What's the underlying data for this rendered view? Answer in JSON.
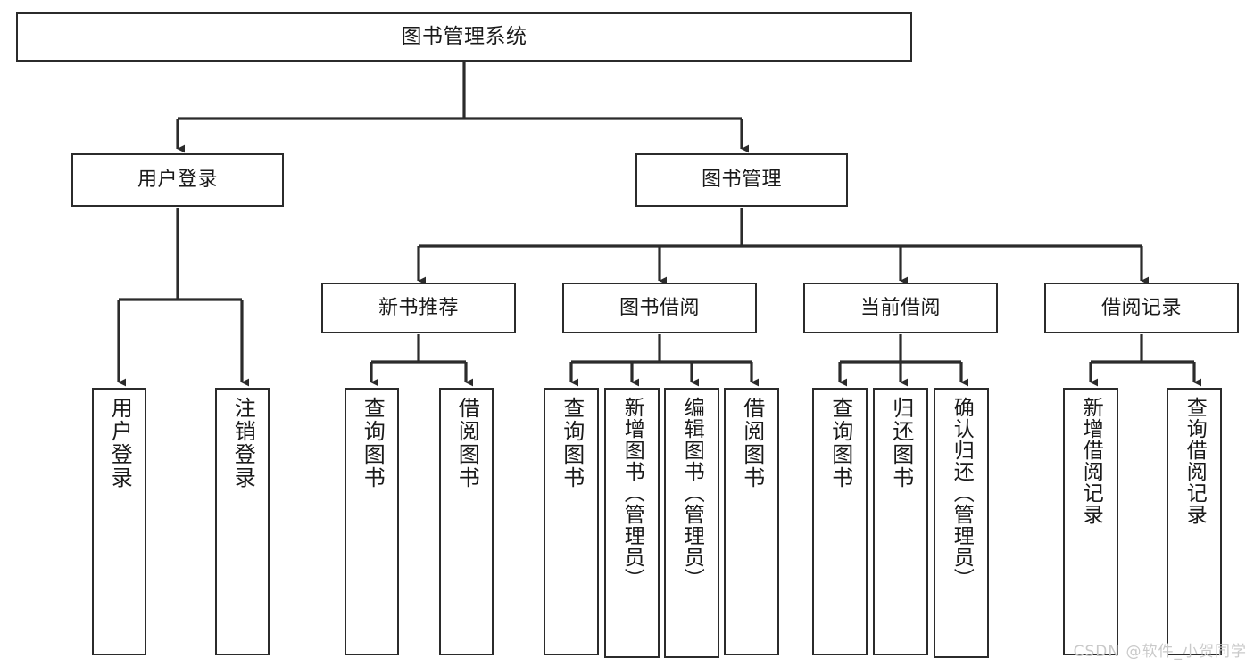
{
  "diagram": {
    "title": "图书管理系统",
    "type": "tree-hierarchy",
    "watermark": "CSDN @软件_小贺同学",
    "colors": {
      "background": "#ffffff",
      "box_border": "#2b2b2b",
      "connector": "#2b2b2b",
      "text": "#1a1a1a",
      "watermark": "#c9c9c9"
    },
    "levels": {
      "root": {
        "label": "图书管理系统"
      },
      "level2": [
        {
          "label": "用户登录"
        },
        {
          "label": "图书管理"
        }
      ],
      "level3": [
        {
          "label": "新书推荐"
        },
        {
          "label": "图书借阅"
        },
        {
          "label": "当前借阅"
        },
        {
          "label": "借阅记录"
        }
      ],
      "leaves": {
        "user_login": [
          {
            "label": "用户登录"
          },
          {
            "label": "注销登录"
          }
        ],
        "new_book_recommend": [
          {
            "label": "查询图书"
          },
          {
            "label": "借阅图书"
          }
        ],
        "book_borrow": [
          {
            "label": "查询图书"
          },
          {
            "label": "新增图书（管理员）"
          },
          {
            "label": "编辑图书（管理员）"
          },
          {
            "label": "借阅图书"
          }
        ],
        "current_borrow": [
          {
            "label": "查询图书"
          },
          {
            "label": "归还图书"
          },
          {
            "label": "确认归还（管理员）"
          }
        ],
        "borrow_record": [
          {
            "label": "新增借阅记录"
          },
          {
            "label": "查询借阅记录"
          }
        ]
      }
    }
  }
}
